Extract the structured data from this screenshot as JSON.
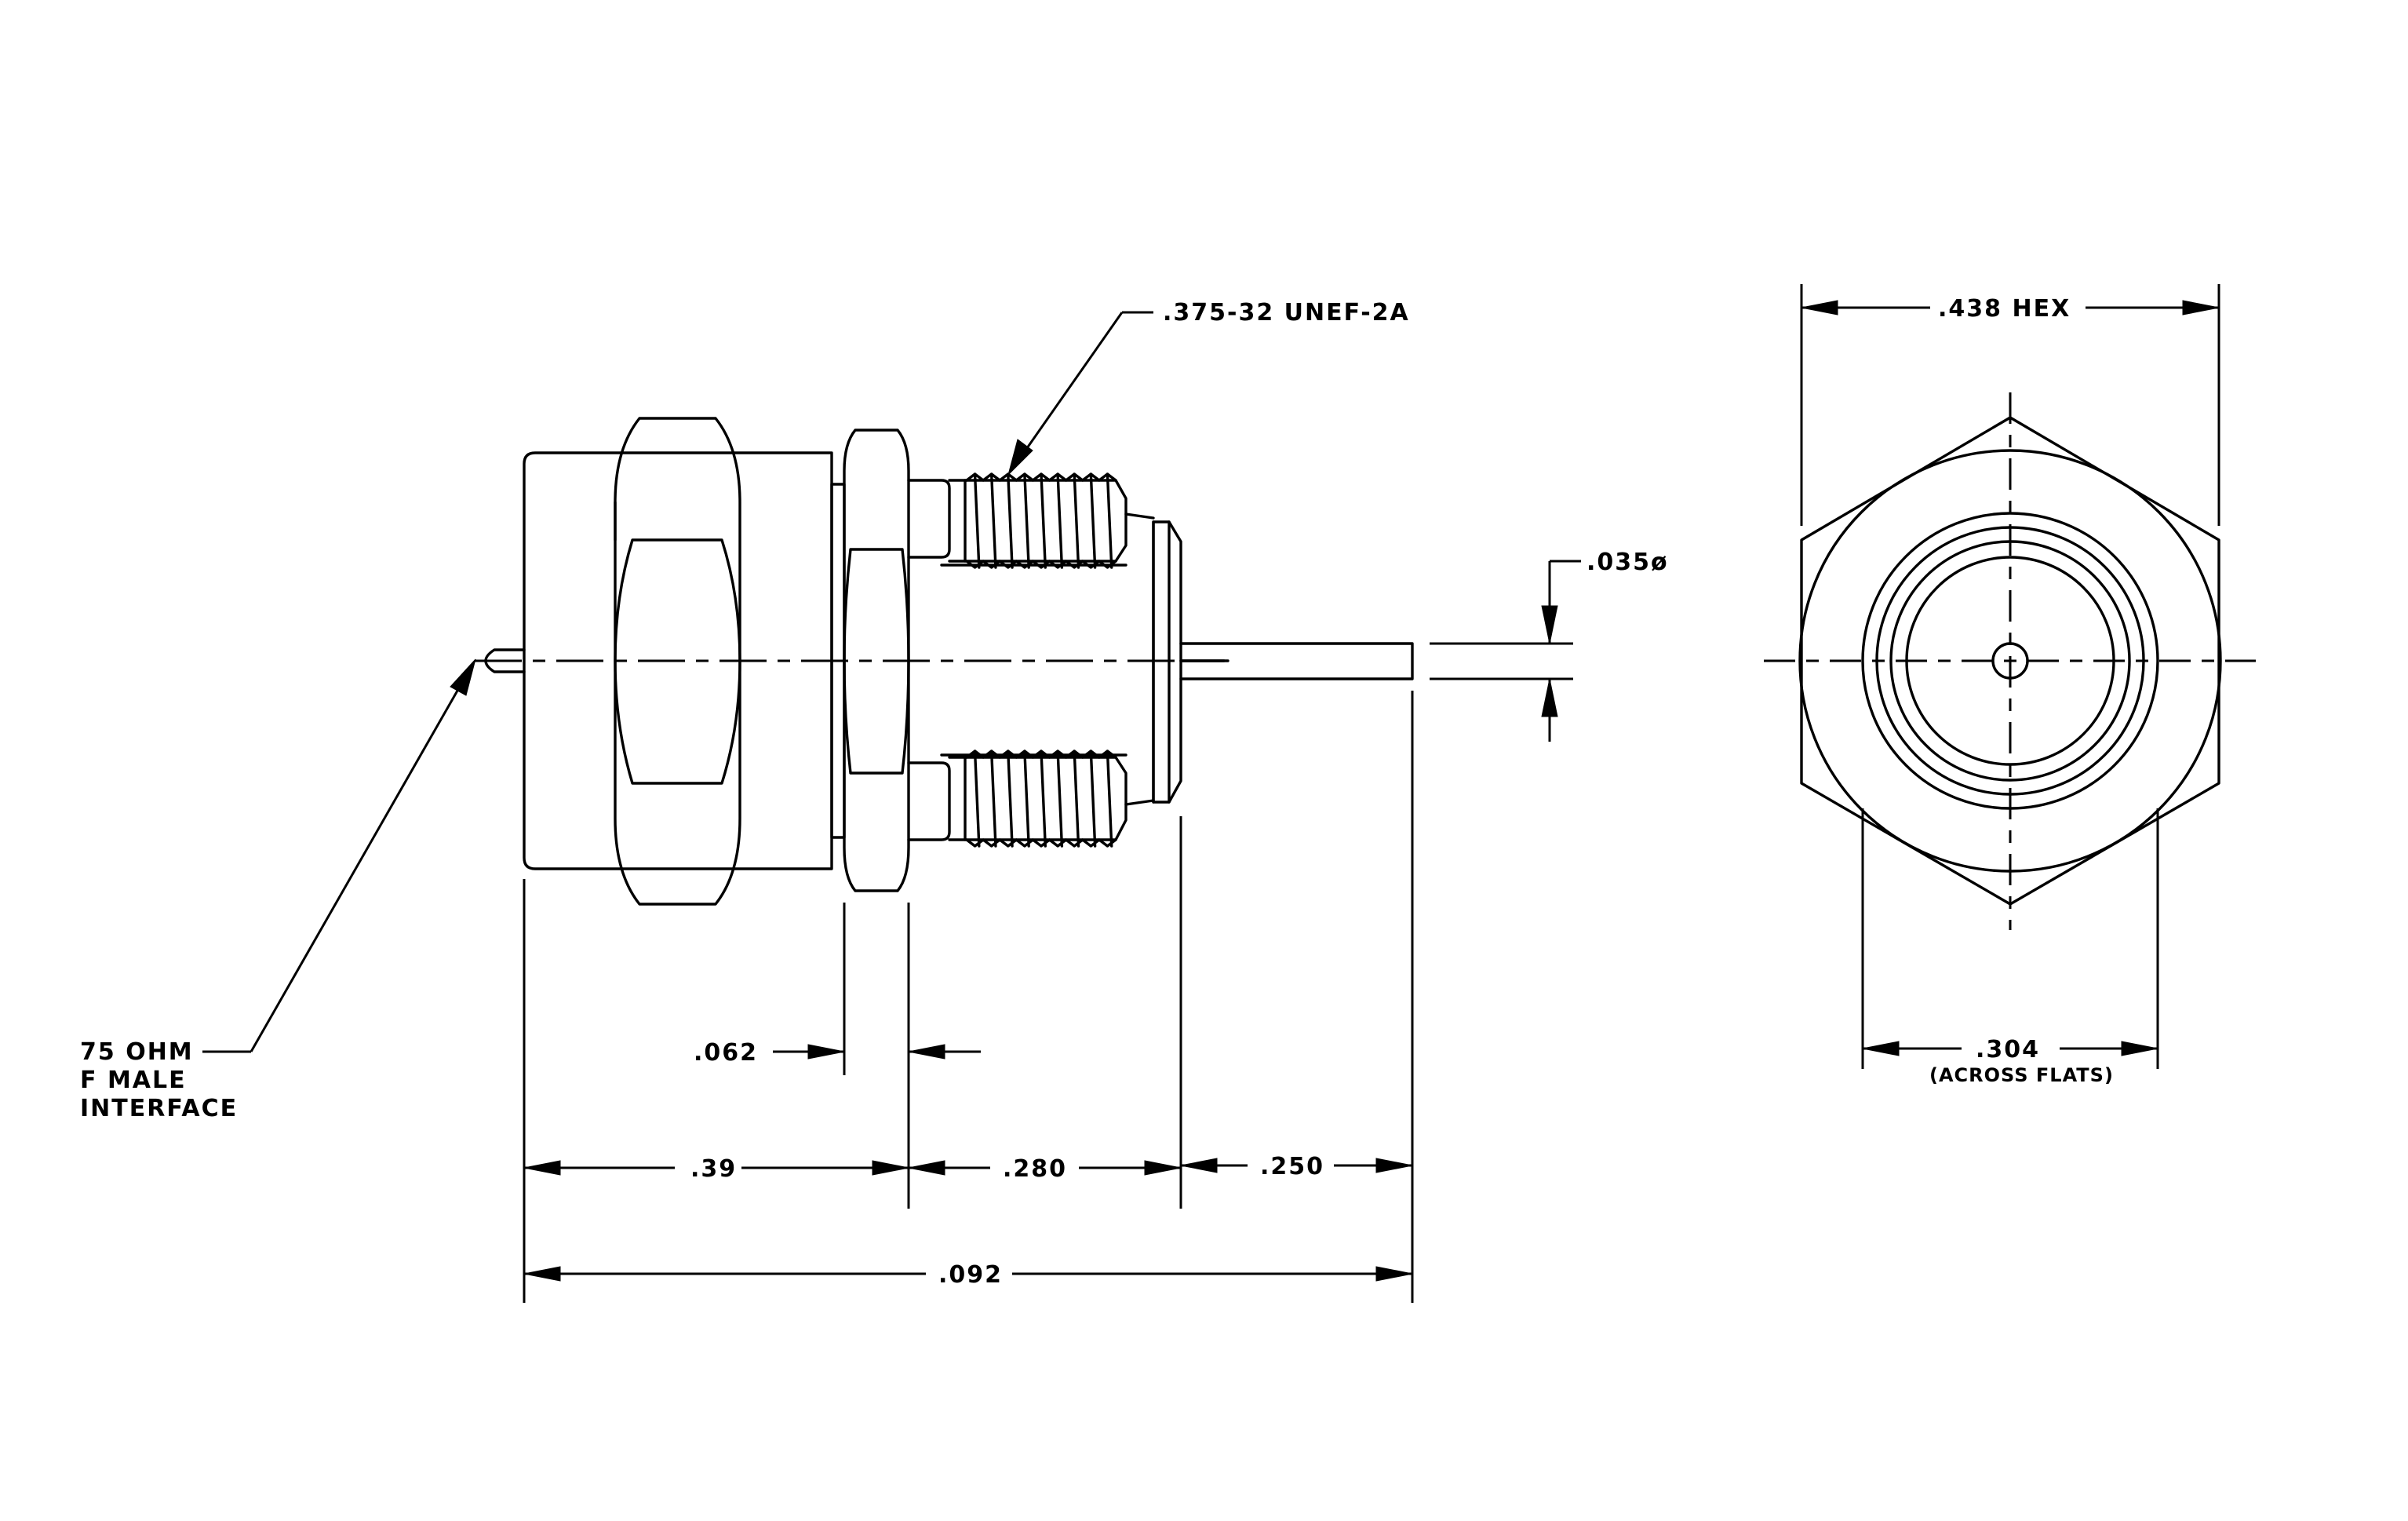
{
  "callouts": {
    "thread": ".375-32 UNEF-2A",
    "pin_diameter": ".035ø",
    "interface_line1": "75 OHM",
    "interface_line2": "F MALE",
    "interface_line3": "INTERFACE"
  },
  "dimensions": {
    "nut_thickness": ".062",
    "body_length": ".39",
    "thread_length": ".280",
    "pin_length": ".250",
    "overall_length": ".092",
    "hex_size": ".438 HEX",
    "flats": ".304",
    "flats_note": "(ACROSS FLATS)"
  }
}
